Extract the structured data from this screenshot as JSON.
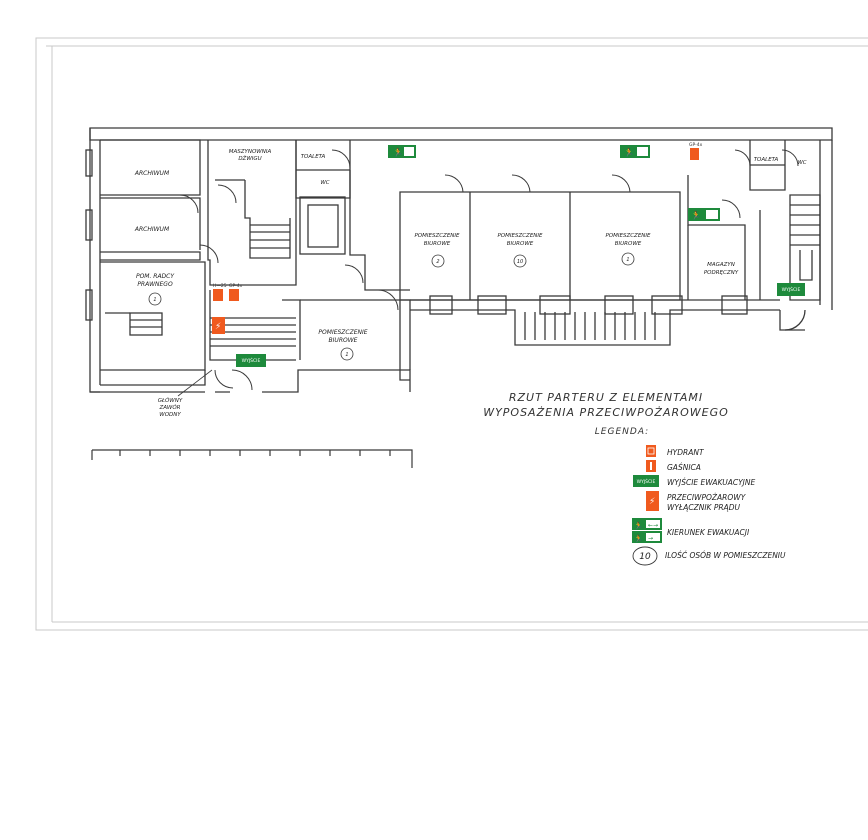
{
  "title": {
    "line1": "RZUT PARTERU Z ELEMENTAMI",
    "line2": "WYPOSAŻENIA PRZECIWPOŻAROWEGO"
  },
  "legend": {
    "heading": "LEGENDA:",
    "items": [
      {
        "icon": "hydrant-icon",
        "label": "HYDRANT"
      },
      {
        "icon": "extinguisher-icon",
        "label": "GAŚNICA"
      },
      {
        "icon": "exit-sign-icon",
        "label": "WYJŚCIE EWAKUACYJNE"
      },
      {
        "icon": "power-switch-icon",
        "label_line1": "PRZECIWPOŻAROWY",
        "label_line2": "WYŁĄCZNIK PRĄDU"
      },
      {
        "icon": "evacuation-direction-icon",
        "label": "KIERUNEK EWAKUACJI"
      },
      {
        "icon": "occupancy-circle-icon",
        "number": "10",
        "label": "ILOŚĆ OSÓB W POMIESZCZENIU"
      }
    ]
  },
  "rooms": {
    "archiwum_1": "ARCHIWUM",
    "archiwum_2": "ARCHIWUM",
    "pom_radcy": {
      "line1": "POM. RADCY",
      "line2": "PRAWNEGO",
      "count": "1"
    },
    "maszynownia": {
      "line1": "MASZYNOWNIA",
      "line2": "DŹWIGU"
    },
    "toaleta_left": "TOALETA",
    "wc_left": "WC",
    "biuro_small": {
      "line1": "POMIESZCZENIE",
      "line2": "BIUROWE",
      "count": "1"
    },
    "biuro_a": {
      "line1": "POMIESZCZENIE",
      "line2": "BIUROWE",
      "count": "2"
    },
    "biuro_b": {
      "line1": "POMIESZCZENIE",
      "line2": "BIUROWE",
      "count": "10"
    },
    "biuro_c": {
      "line1": "POMIESZCZENIE",
      "line2": "BIUROWE",
      "count": "1"
    },
    "magazyn": {
      "line1": "MAGAZYN",
      "line2": "PODRĘCZNY"
    },
    "toaleta_right": "TOALETA",
    "wc_right": "WC"
  },
  "annotations": {
    "zawor_line1": "GŁÓWNY",
    "zawor_line2": "ZAWÓR",
    "zawor_line3": "WODNY",
    "hydrant_tag": "H—25",
    "gp_tag_left": "GP-4x",
    "gp_tag_right": "GP-4x",
    "exit_sign_text": "WYJŚCIE"
  },
  "colors": {
    "line": "#3a3a3a",
    "sign_green": "#1e8a3c",
    "sign_orange": "#f05a1e",
    "frame": "#bbbbbb"
  }
}
